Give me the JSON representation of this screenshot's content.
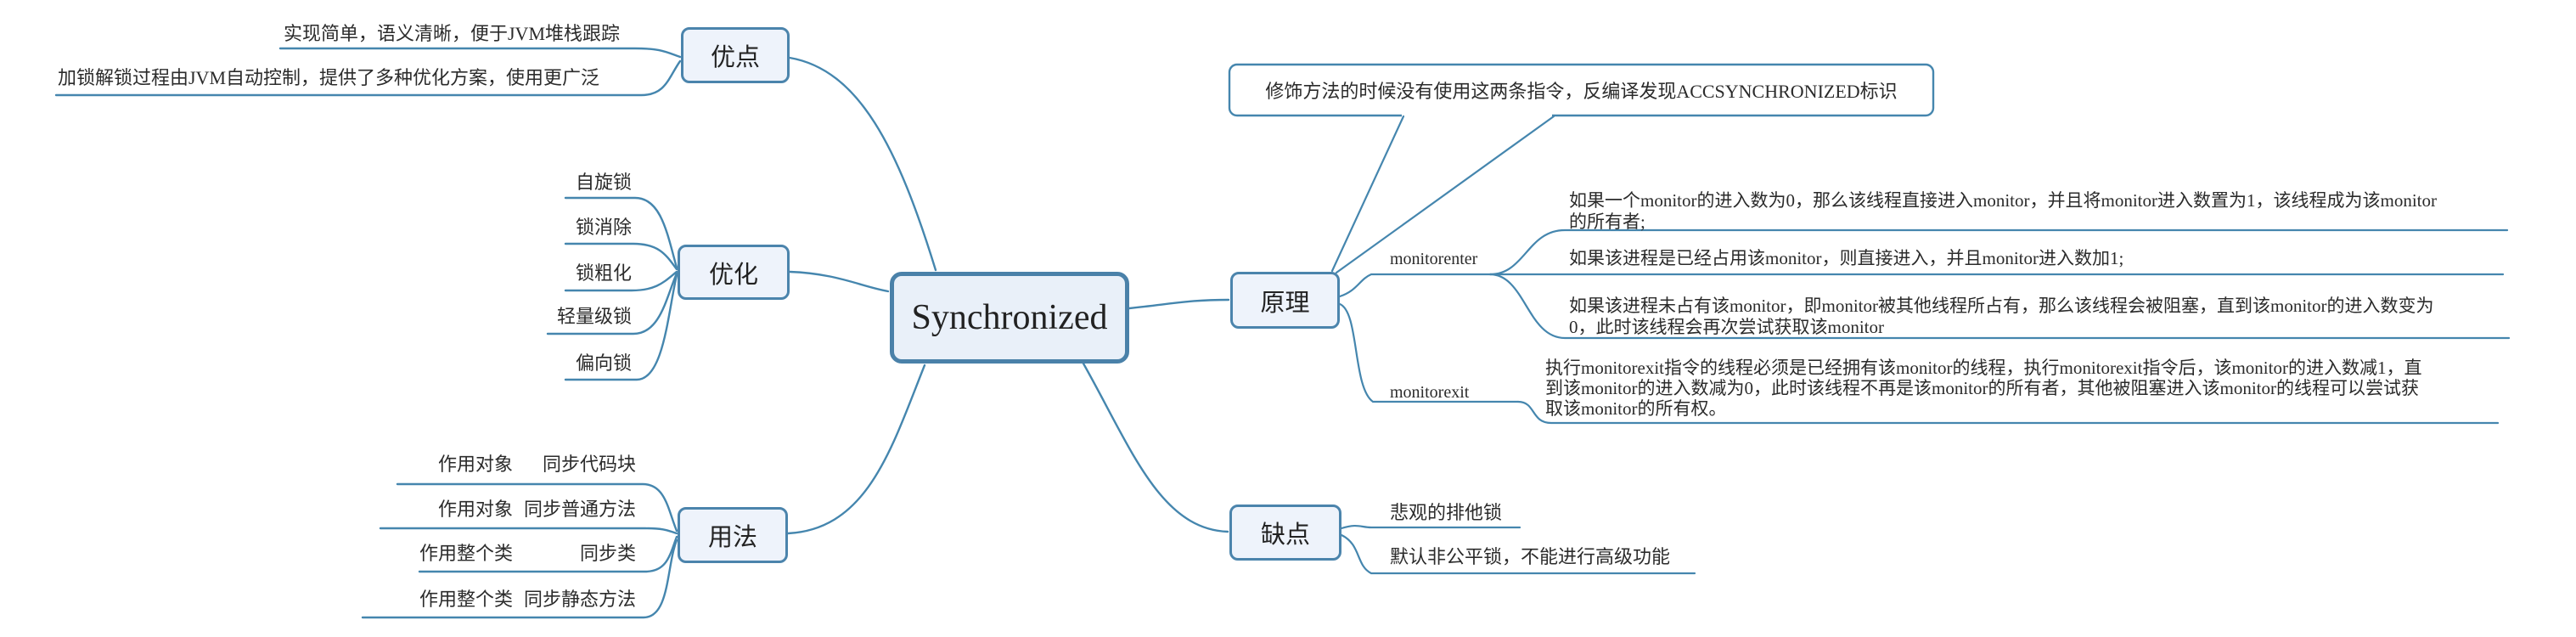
{
  "colors": {
    "line": "#4586ae",
    "node_border": "#4b84ac",
    "node_fill": "#eef3fb",
    "central_fill": "#e9f0f9",
    "text": "#2b2b2b"
  },
  "central": {
    "label": "Synchronized"
  },
  "branches": {
    "advantages": {
      "label": "优点",
      "leaves": [
        "实现简单，语义清晰，便于JVM堆栈跟踪",
        "加锁解锁过程由JVM自动控制，提供了多种优化方案，使用更广泛"
      ]
    },
    "optimization": {
      "label": "优化",
      "leaves": [
        "自旋锁",
        "锁消除",
        "锁粗化",
        "轻量级锁",
        "偏向锁"
      ]
    },
    "usage": {
      "label": "用法",
      "rows": [
        {
          "target": "作用对象",
          "method": "同步代码块"
        },
        {
          "target": "作用对象",
          "method": "同步普通方法"
        },
        {
          "target": "作用整个类",
          "method": "同步类"
        },
        {
          "target": "作用整个类",
          "method": "同步静态方法"
        }
      ]
    },
    "principle": {
      "label": "原理",
      "callout": "修饰方法的时候没有使用这两条指令，反编译发现ACCSYNCHRONIZED标识",
      "monitorenter": {
        "label": "monitorenter",
        "leaves": [
          {
            "lines": [
              "如果一个monitor的进入数为0，那么该线程直接进入monitor，并且将monitor进入数置为1，该线程成为该monitor",
              "的所有者;"
            ]
          },
          {
            "lines": [
              "如果该进程是已经占用该monitor，则直接进入，并且monitor进入数加1;"
            ]
          },
          {
            "lines": [
              "如果该进程未占有该monitor，即monitor被其他线程所占有，那么该线程会被阻塞，直到该monitor的进入数变为",
              "0，此时该线程会再次尝试获取该monitor"
            ]
          }
        ]
      },
      "monitorexit": {
        "label": "monitorexit",
        "leaves": [
          {
            "lines": [
              "执行monitorexit指令的线程必须是已经拥有该monitor的线程，执行monitorexit指令后，该monitor的进入数减1，直",
              "到该monitor的进入数减为0，此时该线程不再是该monitor的所有者，其他被阻塞进入该monitor的线程可以尝试获",
              "取该monitor的所有权。"
            ]
          }
        ]
      }
    },
    "disadvantages": {
      "label": "缺点",
      "leaves": [
        "悲观的排他锁",
        "默认非公平锁，不能进行高级功能"
      ]
    }
  }
}
